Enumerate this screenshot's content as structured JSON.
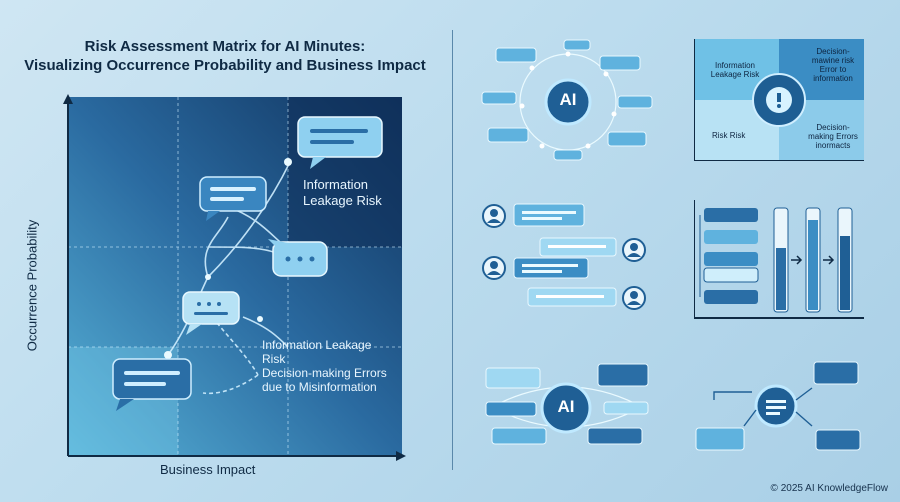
{
  "title": {
    "line1": "Risk Assessment Matrix for AI Minutes:",
    "line2": "Visualizing Occurrence Probability and Business Impact"
  },
  "matrix": {
    "x_axis_label": "Business Impact",
    "y_axis_label": "Occurrence Probability",
    "top_right_label": [
      "Information",
      "Leakage Risk"
    ],
    "bottom_label": [
      "Information Leakage",
      "Risk",
      "Decision-making Errors",
      "due to Misinformation"
    ]
  },
  "ai_badge": "AI",
  "quadrant_panel": {
    "top_left": [
      "Information",
      "Leakage Risk"
    ],
    "top_right": [
      "Decision-",
      "mawine risk",
      "Error to",
      "information"
    ],
    "bottom_left": [
      "Risk Risk"
    ],
    "bottom_right": [
      "Decision-",
      "making Errors",
      "inormacts"
    ]
  },
  "footer": "© 2025 AI KnowledgeFlow",
  "colors": {
    "navy": "#0f2a44",
    "bubble_dark": "#2a6ea6",
    "bubble_light": "#8fd0f0",
    "glow": "#cfeeff"
  }
}
